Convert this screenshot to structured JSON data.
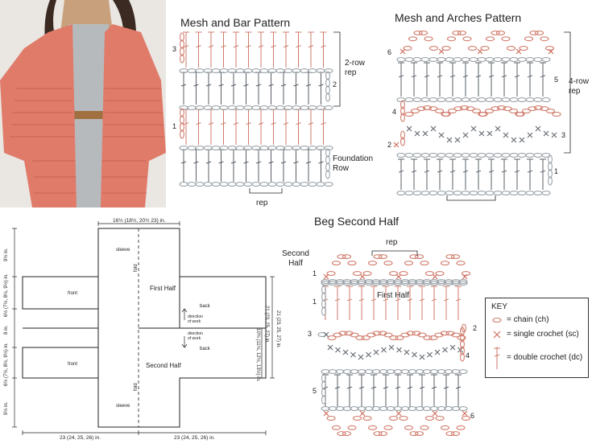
{
  "mesh_bar": {
    "title": "Mesh and Bar Pattern",
    "row3": "3",
    "row2": "2",
    "row1": "1",
    "rep_label": "2-row\nrep",
    "foundation": "Foundation\nRow",
    "rep": "rep"
  },
  "mesh_arches": {
    "title": "Mesh and Arches Pattern",
    "row6": "6",
    "row5": "5",
    "row4": "4",
    "row3": "3",
    "row2": "2",
    "row1": "1",
    "rep_label": "4-row\nrep"
  },
  "schematic": {
    "top_width": "16½ (18½, 20½ 23) in.",
    "left_top": "9½ in.",
    "left_mid1": "6½ (7½, 8½, 9½) in.",
    "left_mid2": "8 in.",
    "left_mid3": "6½ (7½, 8½, 9½) in.",
    "left_bot": "9½ in.",
    "right_total": "21 (23, 25, 27) in.",
    "right_inner1": "21 (23, 25, 27) in.",
    "right_inner2": "10¾ (11½, 12½, 13½) in.",
    "sleeve_top": "sleeve",
    "sleeve_bot": "sleeve",
    "fold_top": "fold",
    "fold_bot": "fold",
    "front_top": "front",
    "front_bot": "front",
    "first_half": "First Half",
    "second_half": "Second Half",
    "back_top": "back",
    "back_bot": "back",
    "dir_top": "direction\nof work",
    "dir_bot": "direction\nof work",
    "bottom_left": "23 (24, 25, 26) in.",
    "bottom_right": "23 (24, 25, 26) in."
  },
  "second_half_chart": {
    "title": "Beg Second Half",
    "rep": "rep",
    "second_half": "Second\nHalf",
    "first_half": "First Half",
    "r1a": "1",
    "r1b": "1",
    "r3": "3",
    "r2": "2",
    "r4": "4",
    "r5": "5",
    "r6": "6"
  },
  "key": {
    "title": "KEY",
    "items": [
      {
        "symbol": "oval",
        "label": "= chain (ch)"
      },
      {
        "symbol": "x",
        "label": "= single crochet (sc)"
      },
      {
        "symbol": "dc",
        "label": "= double crochet (dc)"
      }
    ]
  },
  "colors": {
    "salmon": "#d07c6c",
    "gray": "#5a5f66"
  }
}
